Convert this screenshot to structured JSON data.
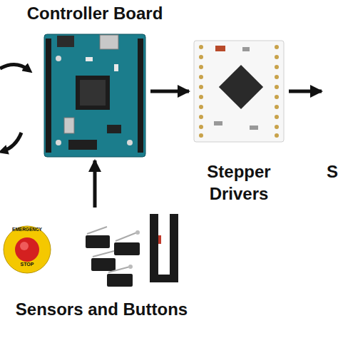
{
  "diagram": {
    "nodes": [
      {
        "text": [
          "Controller Board"
        ]
      },
      {
        "text": [
          "Stepper Drivers"
        ]
      },
      {
        "text": [
          "S"
        ]
      },
      {
        "text": [
          "Sensors and Buttons"
        ]
      }
    ],
    "edges": [
      {
        "from": 3,
        "to": 0,
        "arrow": "to"
      },
      {
        "from": 0,
        "to": 1,
        "arrow": "to"
      },
      {
        "from": 1,
        "to": 2,
        "arrow": "to"
      }
    ],
    "labels": [
      "EMERGENCY",
      "STOP"
    ]
  }
}
